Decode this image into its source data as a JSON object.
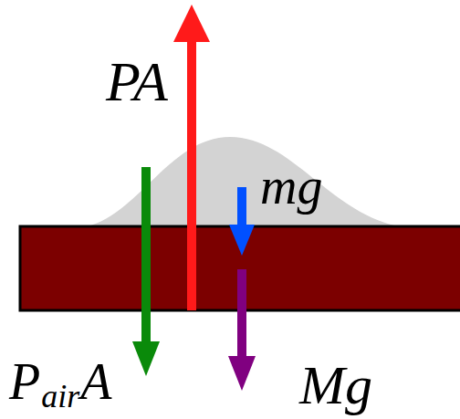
{
  "diagram": {
    "labels": [
      "PA",
      "mg",
      "P",
      "air",
      "A",
      "Mg"
    ]
  }
}
